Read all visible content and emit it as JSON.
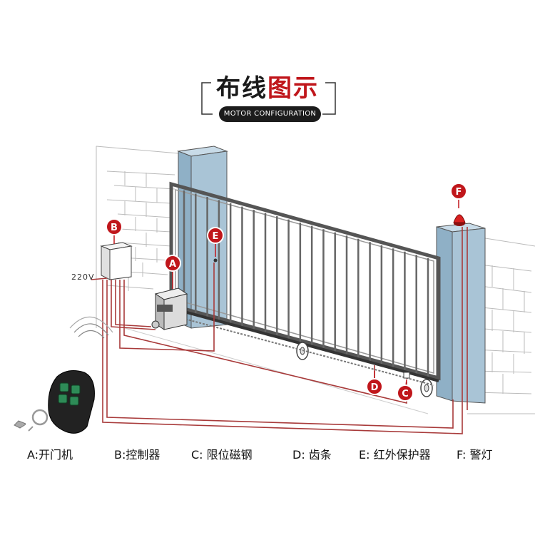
{
  "title": {
    "main_dark": "布线",
    "main_accent": "图示",
    "subtitle": "MOTOR CONFIGURATION"
  },
  "colors": {
    "accent": "#c0161b",
    "wire": "#a83a3a",
    "pillar": "#a9c4d6",
    "gate_frame": "#555555"
  },
  "diagram": {
    "voltage_label": "220V",
    "markers": {
      "a": "A",
      "b": "B",
      "c": "C",
      "d": "D",
      "e": "E",
      "f": "F"
    }
  },
  "legend": [
    {
      "key": "A",
      "text": "A:开门机"
    },
    {
      "key": "B",
      "text": "B:控制器"
    },
    {
      "key": "C",
      "text": "C: 限位磁钢"
    },
    {
      "key": "D",
      "text": "D: 齿条"
    },
    {
      "key": "E",
      "text": "E: 红外保护器"
    },
    {
      "key": "F",
      "text": "F: 警灯"
    }
  ]
}
